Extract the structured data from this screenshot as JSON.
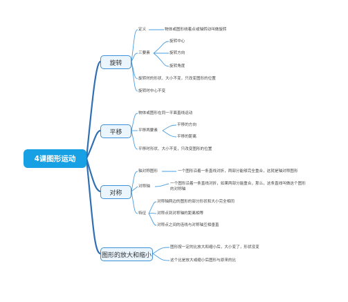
{
  "root": {
    "label": "4课图形运动"
  },
  "branches": {
    "rotate": {
      "label": "旋转",
      "def_key": "定义",
      "def_text": "物体或图形绕着点或轴转动叫做旋转",
      "three_key": "三要素",
      "three_items": [
        "旋转中心",
        "旋转方向",
        "旋转角度"
      ],
      "shape_note": "旋转时的形状、大小不变，只改变图形的位置",
      "center_note": "旋转时中心不变"
    },
    "translate": {
      "label": "平移",
      "def_text": "物体或图形在同一平面直线运动",
      "two_key": "平移两要素",
      "two_items": [
        "平移的方向",
        "平移的距离"
      ],
      "shape_note": "平移时形状、大小不变，只改变图形的位置"
    },
    "symmetry": {
      "label": "对称",
      "fig_key": "轴对称图形",
      "fig_text": "一个图形沿着一条直线对折，两部分能够完全重合，这就是轴对称图形",
      "axis_key": "对称轴",
      "axis_text_1": "一个图形沿着一条直线对折，如果两部分能重合，那么，这条直线叫做这个图形",
      "axis_text_2": "的对称轴",
      "feature_key": "特征",
      "feature_items": [
        "对称轴两边的图形的部分形状和大小完全相同",
        "对称点到对称轴的距离相等",
        "对称点之间的连线与对称轴互相垂直"
      ]
    },
    "scale": {
      "label": "图形的放大和缩小",
      "note_1": "图形按一定的比放大和缩小后，大小变了，形状没变",
      "note_2": "这个比是放大或缩小后图形与原来的比"
    }
  }
}
